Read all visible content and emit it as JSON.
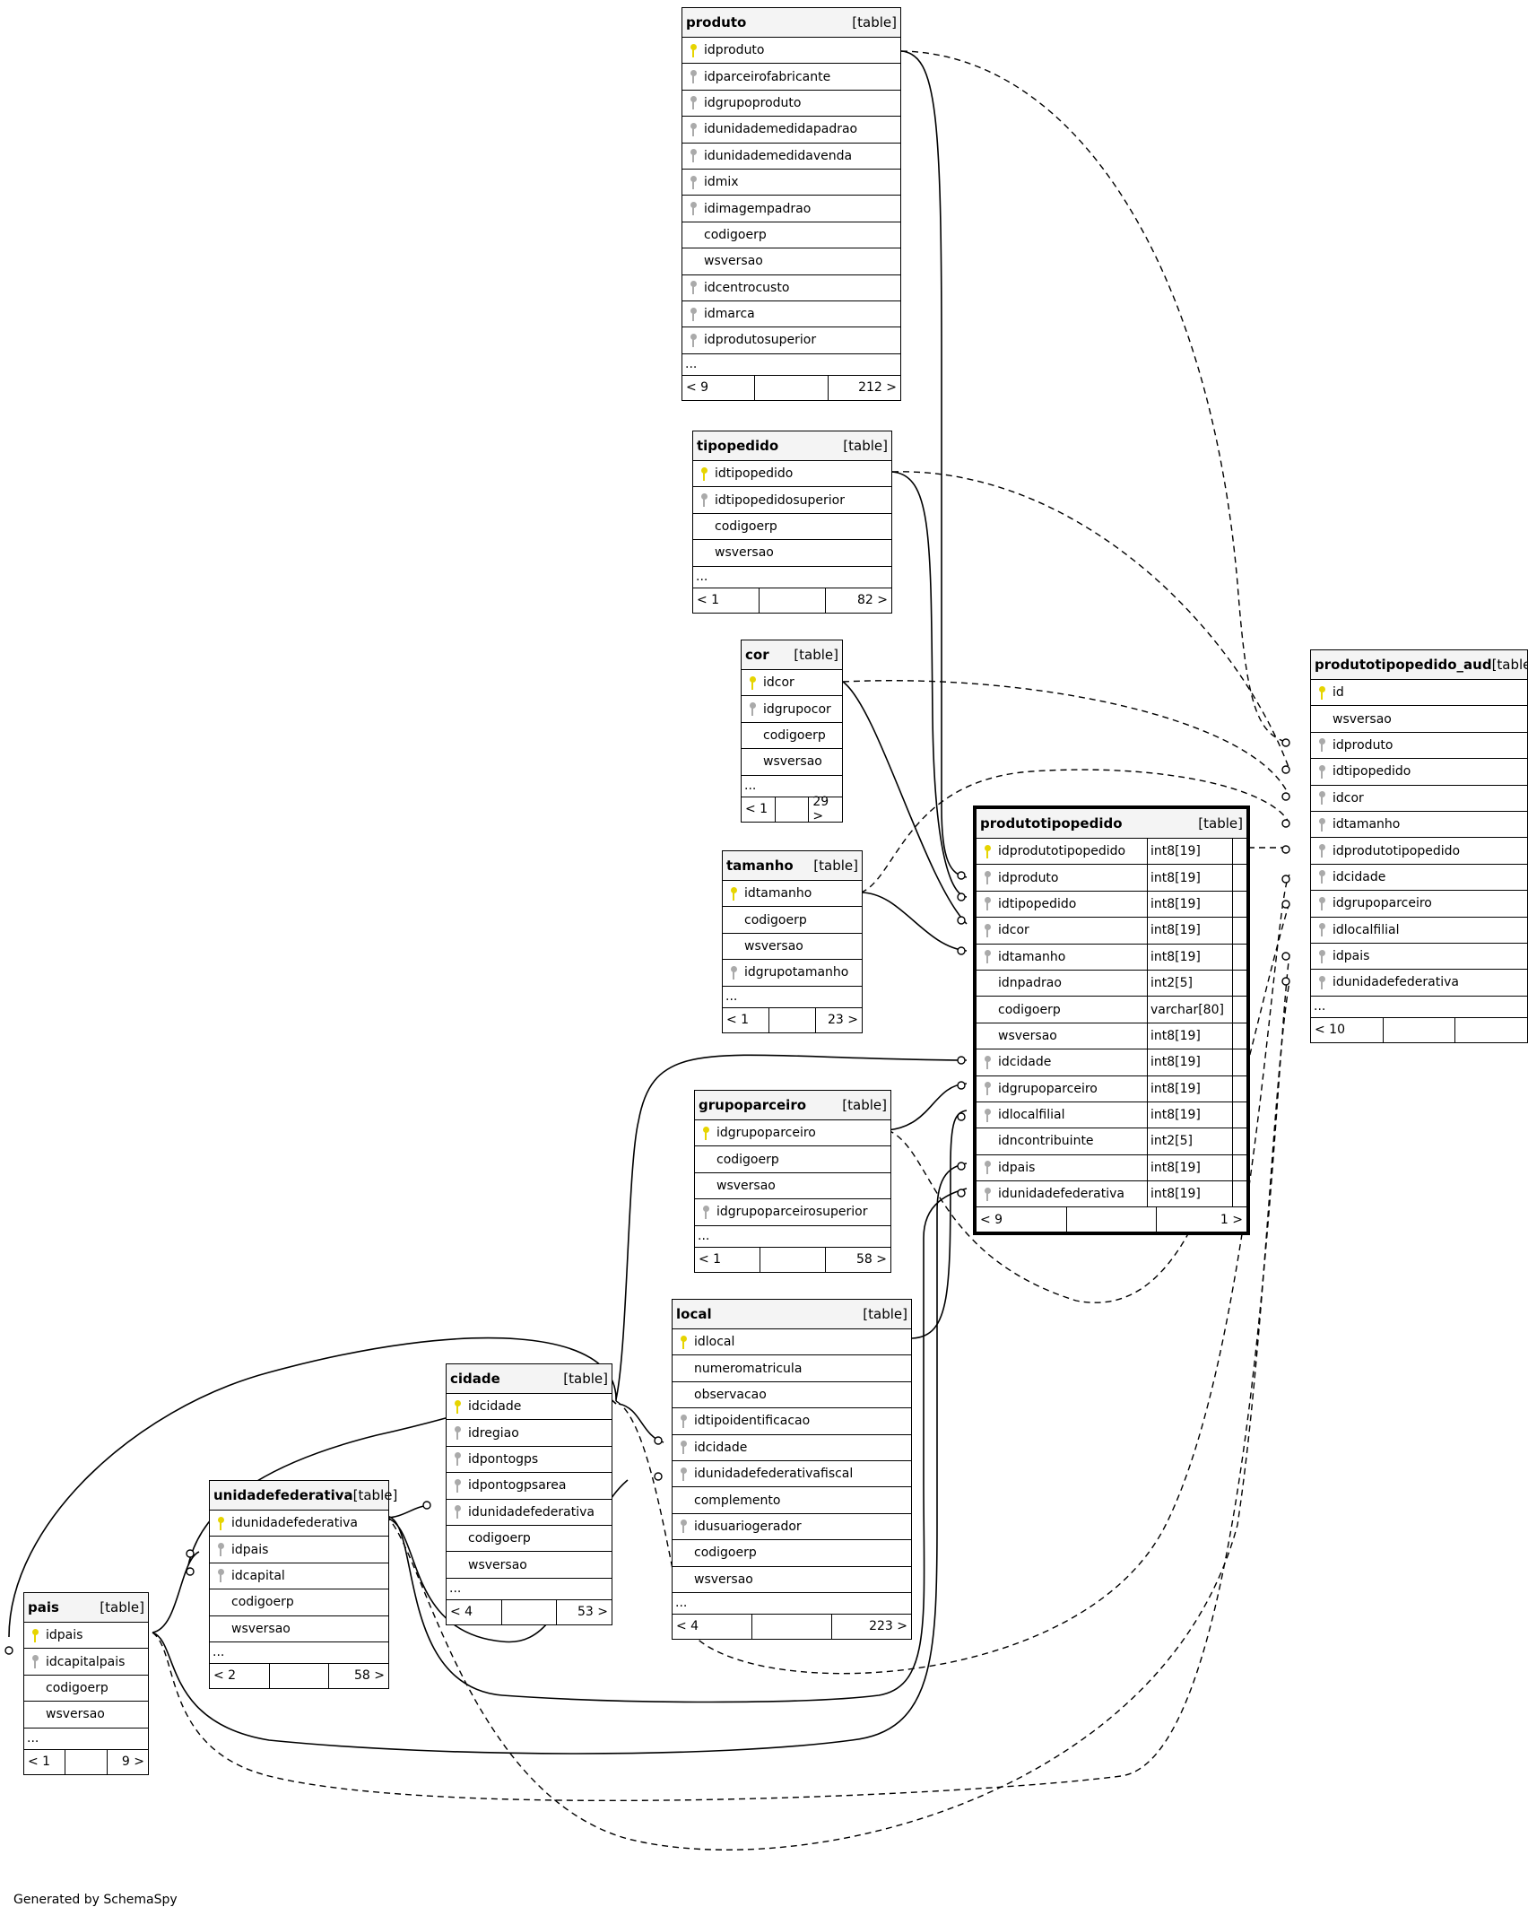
{
  "footer": "Generated by SchemaSpy",
  "tables": [
    {
      "id": "produto",
      "name": "produto",
      "tag": "[table]",
      "left": "< 9",
      "right": "212 >",
      "columns": [
        [
          "pk",
          "idproduto"
        ],
        [
          "fk",
          "idparceirofabricante"
        ],
        [
          "fk",
          "idgrupoproduto"
        ],
        [
          "fk",
          "idunidademedidapadrao"
        ],
        [
          "fk",
          "idunidademedidavenda"
        ],
        [
          "fk",
          "idmix"
        ],
        [
          "fk",
          "idimagempadrao"
        ],
        [
          "",
          "codigoerp"
        ],
        [
          "",
          "wsversao"
        ],
        [
          "fk",
          "idcentrocusto"
        ],
        [
          "fk",
          "idmarca"
        ],
        [
          "fk",
          "idprodutosuperior"
        ]
      ],
      "more": "..."
    },
    {
      "id": "tipopedido",
      "name": "tipopedido",
      "tag": "[table]",
      "left": "< 1",
      "right": "82 >",
      "columns": [
        [
          "pk",
          "idtipopedido"
        ],
        [
          "fk",
          "idtipopedidosuperior"
        ],
        [
          "",
          "codigoerp"
        ],
        [
          "",
          "wsversao"
        ]
      ],
      "more": "..."
    },
    {
      "id": "cor",
      "name": "cor",
      "tag": "[table]",
      "left": "< 1",
      "right": "29 >",
      "columns": [
        [
          "pk",
          "idcor"
        ],
        [
          "fk",
          "idgrupocor"
        ],
        [
          "",
          "codigoerp"
        ],
        [
          "",
          "wsversao"
        ]
      ],
      "more": "..."
    },
    {
      "id": "tamanho",
      "name": "tamanho",
      "tag": "[table]",
      "left": "< 1",
      "right": "23 >",
      "columns": [
        [
          "pk",
          "idtamanho"
        ],
        [
          "",
          "codigoerp"
        ],
        [
          "",
          "wsversao"
        ],
        [
          "fk",
          "idgrupotamanho"
        ]
      ],
      "more": "..."
    },
    {
      "id": "grupoparceiro",
      "name": "grupoparceiro",
      "tag": "[table]",
      "left": "< 1",
      "right": "58 >",
      "columns": [
        [
          "pk",
          "idgrupoparceiro"
        ],
        [
          "",
          "codigoerp"
        ],
        [
          "",
          "wsversao"
        ],
        [
          "fk",
          "idgrupoparceirosuperior"
        ]
      ],
      "more": "..."
    },
    {
      "id": "produtotipopedido",
      "name": "produtotipopedido",
      "tag": "[table]",
      "left": "< 9",
      "right": "1 >",
      "columns": [
        [
          "pk",
          "idprodutotipopedido",
          "int8[19]"
        ],
        [
          "fk",
          "idproduto",
          "int8[19]"
        ],
        [
          "fk",
          "idtipopedido",
          "int8[19]"
        ],
        [
          "fk",
          "idcor",
          "int8[19]"
        ],
        [
          "fk",
          "idtamanho",
          "int8[19]"
        ],
        [
          "",
          "idnpadrao",
          "int2[5]"
        ],
        [
          "",
          "codigoerp",
          "varchar[80]"
        ],
        [
          "",
          "wsversao",
          "int8[19]"
        ],
        [
          "fk",
          "idcidade",
          "int8[19]"
        ],
        [
          "fk",
          "idgrupoparceiro",
          "int8[19]"
        ],
        [
          "fk",
          "idlocalfilial",
          "int8[19]"
        ],
        [
          "",
          "idncontribuinte",
          "int2[5]"
        ],
        [
          "fk",
          "idpais",
          "int8[19]"
        ],
        [
          "fk",
          "idunidadefederativa",
          "int8[19]"
        ]
      ]
    },
    {
      "id": "produtotipopedido_aud",
      "name": "produtotipopedido_aud",
      "tag": "[table]",
      "left": "< 10",
      "right": "",
      "columns": [
        [
          "pk",
          "id"
        ],
        [
          "",
          "wsversao"
        ],
        [
          "fk",
          "idproduto"
        ],
        [
          "fk",
          "idtipopedido"
        ],
        [
          "fk",
          "idcor"
        ],
        [
          "fk",
          "idtamanho"
        ],
        [
          "fk",
          "idprodutotipopedido"
        ],
        [
          "fk",
          "idcidade"
        ],
        [
          "fk",
          "idgrupoparceiro"
        ],
        [
          "fk",
          "idlocalfilial"
        ],
        [
          "fk",
          "idpais"
        ],
        [
          "fk",
          "idunidadefederativa"
        ]
      ],
      "more": "..."
    },
    {
      "id": "local",
      "name": "local",
      "tag": "[table]",
      "left": "< 4",
      "right": "223 >",
      "columns": [
        [
          "pk",
          "idlocal"
        ],
        [
          "",
          "numeromatricula"
        ],
        [
          "",
          "observacao"
        ],
        [
          "fk",
          "idtipoidentificacao"
        ],
        [
          "fk",
          "idcidade"
        ],
        [
          "fk",
          "idunidadefederativafiscal"
        ],
        [
          "",
          "complemento"
        ],
        [
          "fk",
          "idusuariogerador"
        ],
        [
          "",
          "codigoerp"
        ],
        [
          "",
          "wsversao"
        ]
      ],
      "more": "..."
    },
    {
      "id": "cidade",
      "name": "cidade",
      "tag": "[table]",
      "left": "< 4",
      "right": "53 >",
      "columns": [
        [
          "pk",
          "idcidade"
        ],
        [
          "fk",
          "idregiao"
        ],
        [
          "fk",
          "idpontogps"
        ],
        [
          "fk",
          "idpontogpsarea"
        ],
        [
          "fk",
          "idunidadefederativa"
        ],
        [
          "",
          "codigoerp"
        ],
        [
          "",
          "wsversao"
        ]
      ],
      "more": "..."
    },
    {
      "id": "unidadefederativa",
      "name": "unidadefederativa",
      "tag": "[table]",
      "left": "< 2",
      "right": "58 >",
      "columns": [
        [
          "pk",
          "idunidadefederativa"
        ],
        [
          "fk",
          "idpais"
        ],
        [
          "fk",
          "idcapital"
        ],
        [
          "",
          "codigoerp"
        ],
        [
          "",
          "wsversao"
        ]
      ],
      "more": "..."
    },
    {
      "id": "pais",
      "name": "pais",
      "tag": "[table]",
      "left": "< 1",
      "right": "9 >",
      "columns": [
        [
          "pk",
          "idpais"
        ],
        [
          "fk",
          "idcapitalpais"
        ],
        [
          "",
          "codigoerp"
        ],
        [
          "",
          "wsversao"
        ]
      ],
      "more": "..."
    }
  ]
}
